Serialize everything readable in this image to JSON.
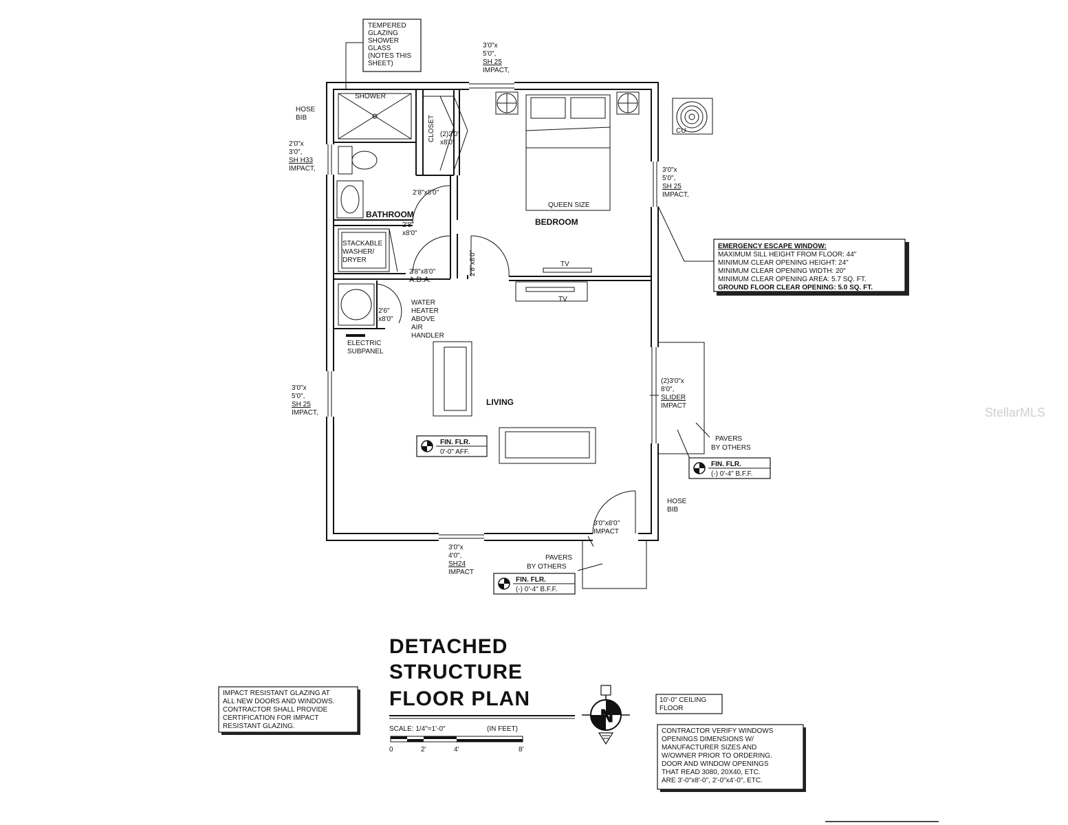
{
  "title": {
    "line1": "DETACHED",
    "line2": "STRUCTURE",
    "line3": "FLOOR PLAN"
  },
  "rooms": {
    "shower": "SHOWER",
    "closet": "CLOSET",
    "bathroom": "BATHROOM",
    "bedroom": "BEDROOM",
    "living": "LIVING",
    "queen": "QUEEN SIZE",
    "tv1": "TV",
    "tv2": "TV",
    "cu": "CU"
  },
  "callouts": {
    "tempered": [
      "TEMPERED",
      "GLAZING",
      "SHOWER",
      "GLASS",
      "(NOTES THIS",
      "SHEET)"
    ],
    "win_top": [
      "3'0\"x",
      "5'0\",",
      "SH 25",
      "IMPACT,"
    ],
    "hose_left": [
      "HOSE",
      "BIB"
    ],
    "win_bath": [
      "2'0\"x",
      "3'0\",",
      "SH H33",
      "IMPACT,"
    ],
    "closet_door": [
      "(2)2'0\"",
      "x8'0\""
    ],
    "bath_door": "2'8\"x8'0\"",
    "bath_door2": [
      "2'8\"",
      "x8'0\""
    ],
    "stackable": [
      "STACKABLE",
      "WASHER/",
      "DRYER"
    ],
    "ada_door": [
      "2'8\"x8'0\"",
      "A.D.A."
    ],
    "bed_door": "2'8\"x8'0\"",
    "wh_door": [
      "2'6\"",
      "x8'0\""
    ],
    "water_heater": [
      "WATER",
      "HEATER",
      "ABOVE",
      "AIR",
      "HANDLER"
    ],
    "electric": [
      "ELECTRIC",
      "SUBPANEL"
    ],
    "win_right": [
      "3'0\"x",
      "5'0\",",
      "SH 25",
      "IMPACT,"
    ],
    "egress": [
      "EMERGENCY ESCAPE WINDOW:",
      "MAXIMUM SILL HEIGHT FROM FLOOR: 44\"",
      "MINIMUM CLEAR OPENING HEIGHT: 24\"",
      "MINIMUM CLEAR OPENING WIDTH: 20\"",
      "MINIMUM CLEAR OPENING AREA: 5.7 SQ. FT.",
      "GROUND FLOOR CLEAR OPENING: 5.0 SQ. FT."
    ],
    "win_left": [
      "3'0\"x",
      "5'0\",",
      "SH 25",
      "IMPACT,"
    ],
    "slider": [
      "(2)3'0\"x",
      "8'0\",",
      "SLIDER",
      "IMPACT"
    ],
    "pavers_right": [
      "PAVERS",
      "BY OTHERS"
    ],
    "fin_flr_right": [
      "FIN. FLR.",
      "(-) 0'-4\" B.F.F."
    ],
    "hose_right": [
      "HOSE",
      "BIB"
    ],
    "entry_door": [
      "3'0\"x8'0\"",
      "IMPACT"
    ],
    "win_bottom": [
      "3'0\"x",
      "4'0\",",
      "SH24",
      "IMPACT"
    ],
    "pavers_bottom": [
      "PAVERS",
      "BY OTHERS"
    ],
    "fin_flr_bottom": [
      "FIN. FLR.",
      "(-) 0'-4\" B.F.F."
    ],
    "fin_flr_living": [
      "FIN. FLR.",
      "0'-0\" AFF."
    ]
  },
  "notes": {
    "impact": [
      "IMPACT RESISTANT GLAZING AT",
      "ALL NEW DOORS AND WINDOWS.",
      "CONTRACTOR SHALL PROVIDE",
      "CERTIFICATION FOR IMPACT",
      "RESISTANT GLAZING."
    ],
    "ceiling": [
      "10'-0\" CEILING",
      "FLOOR"
    ],
    "verify": [
      "CONTRACTOR VERIFY WINDOWS",
      "OPENINGS DIMENSIONS W/",
      "MANUFACTURER SIZES AND",
      "W/OWNER PRIOR TO ORDERING.",
      "DOOR AND WINDOW OPENINGS",
      "THAT READ 3080, 20X40, ETC.",
      "ARE 3'-0\"x8'-0\", 2'-0\"x4'-0\", ETC."
    ]
  },
  "scale": {
    "label": "SCALE: 1/4\"=1'-0\"",
    "units": "(IN FEET)",
    "ticks": [
      "0",
      "2'",
      "4'",
      "8'"
    ]
  },
  "north": {
    "letter": "N"
  },
  "watermark": "StellarMLS"
}
